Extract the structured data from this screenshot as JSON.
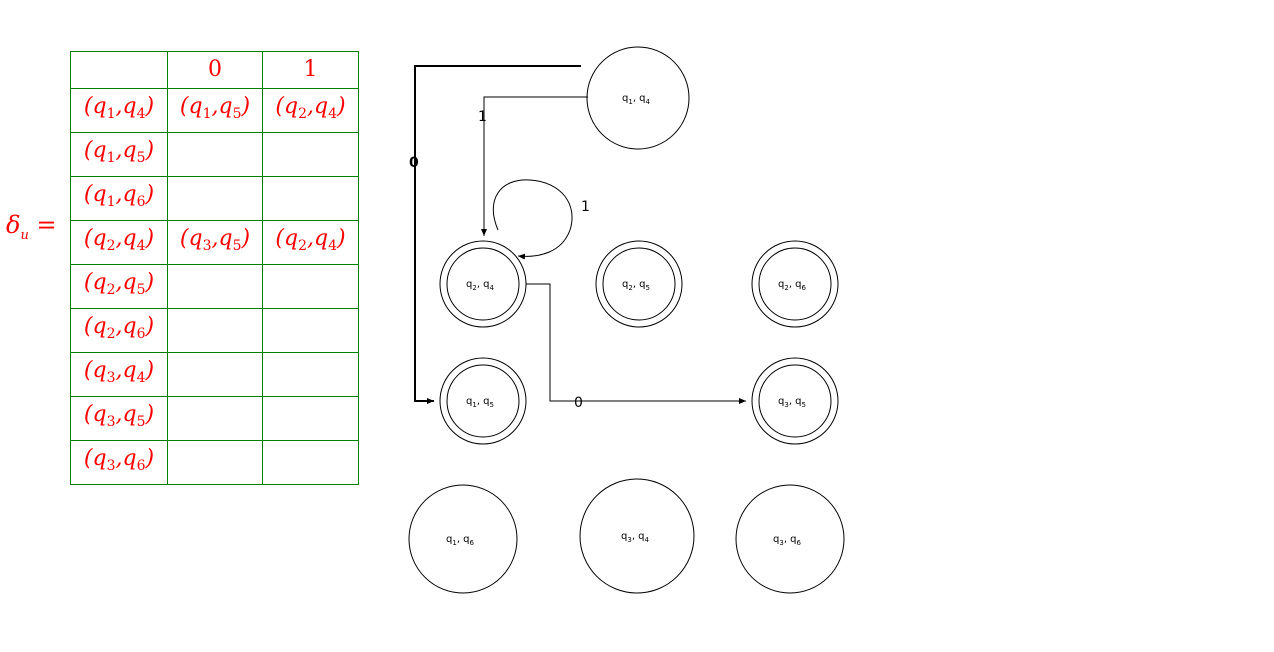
{
  "delta": {
    "symbol": "δ",
    "subscript": "u",
    "equals": "="
  },
  "table": {
    "headers": [
      "",
      "0",
      "1"
    ],
    "rows": [
      {
        "state": [
          "1",
          "4"
        ],
        "on0": [
          "1",
          "5"
        ],
        "on1": [
          "2",
          "4"
        ]
      },
      {
        "state": [
          "1",
          "5"
        ],
        "on0": null,
        "on1": null
      },
      {
        "state": [
          "1",
          "6"
        ],
        "on0": null,
        "on1": null
      },
      {
        "state": [
          "2",
          "4"
        ],
        "on0": [
          "3",
          "5"
        ],
        "on1": [
          "2",
          "4"
        ]
      },
      {
        "state": [
          "2",
          "5"
        ],
        "on0": null,
        "on1": null
      },
      {
        "state": [
          "2",
          "6"
        ],
        "on0": null,
        "on1": null
      },
      {
        "state": [
          "3",
          "4"
        ],
        "on0": null,
        "on1": null
      },
      {
        "state": [
          "3",
          "5"
        ],
        "on0": null,
        "on1": null
      },
      {
        "state": [
          "3",
          "6"
        ],
        "on0": null,
        "on1": null
      }
    ]
  },
  "diagram": {
    "states": [
      {
        "id": "q14",
        "label": "q1, q4",
        "accepting": false
      },
      {
        "id": "q24",
        "label": "q2, q4",
        "accepting": true
      },
      {
        "id": "q25",
        "label": "q2, q5",
        "accepting": true
      },
      {
        "id": "q26",
        "label": "q2, q6",
        "accepting": true
      },
      {
        "id": "q15",
        "label": "q1, q5",
        "accepting": true
      },
      {
        "id": "q35",
        "label": "q3, q5",
        "accepting": true
      },
      {
        "id": "q16",
        "label": "q1, q6",
        "accepting": false
      },
      {
        "id": "q34",
        "label": "q3, q4",
        "accepting": false
      },
      {
        "id": "q36",
        "label": "q3, q6",
        "accepting": false
      }
    ],
    "transitions": [
      {
        "from": "q14",
        "to": "q15",
        "label": "0"
      },
      {
        "from": "q14",
        "to": "q24",
        "label": "1"
      },
      {
        "from": "q24",
        "to": "q24",
        "label": "1"
      },
      {
        "from": "q24",
        "to": "q35",
        "label": "0"
      }
    ]
  }
}
